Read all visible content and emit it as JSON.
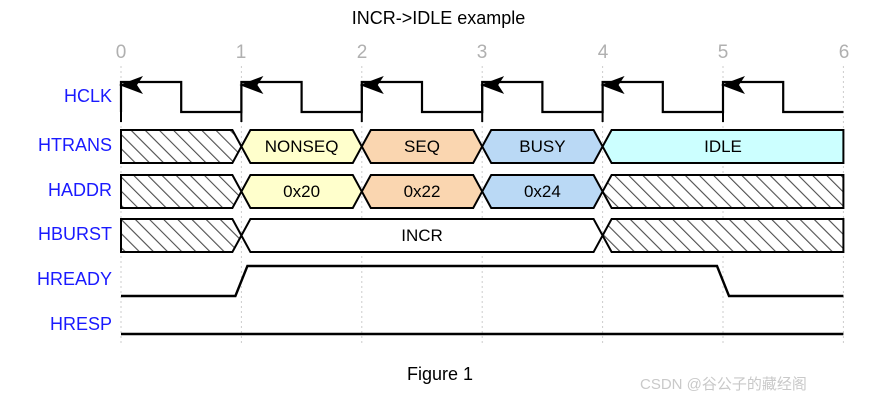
{
  "title": "INCR->IDLE example",
  "caption": "Figure 1",
  "watermark": "CSDN @谷公子的藏经阁",
  "colors": {
    "label_blue": "#1a1aff",
    "cycle_gray": "#b0b0b0",
    "nonseq_yellow": "#ffffcc",
    "seq_orange": "#fad6b0",
    "busy_blue": "#bad9f5",
    "idle_cyan": "#ccffff",
    "white": "#ffffff",
    "stroke": "#000000",
    "gridline": "#cccccc",
    "watermark_gray": "#c9c9c9"
  },
  "axis": {
    "cycles": [
      "0",
      "1",
      "2",
      "3",
      "4",
      "5",
      "6"
    ],
    "x_start": 121,
    "x_step": 120.4
  },
  "signals": [
    {
      "name": "HCLK",
      "label": "HCLK",
      "type": "clock"
    },
    {
      "name": "HTRANS",
      "label": "HTRANS",
      "type": "bus"
    },
    {
      "name": "HADDR",
      "label": "HADDR",
      "type": "bus"
    },
    {
      "name": "HBURST",
      "label": "HBURST",
      "type": "bus"
    },
    {
      "name": "HREADY",
      "label": "HREADY",
      "type": "level"
    },
    {
      "name": "HRESP",
      "label": "HRESP",
      "type": "level"
    }
  ],
  "chart_data": {
    "type": "timing-diagram",
    "title": "INCR->IDLE example",
    "xlabel": "",
    "ylabel": "",
    "cycles": [
      0,
      1,
      2,
      3,
      4,
      5,
      6
    ],
    "series": [
      {
        "name": "HCLK",
        "kind": "clock",
        "description": "Square wave, rising edge at each integer cycle, high for first half of cycle",
        "rising_edges": [
          0,
          1,
          2,
          3,
          4,
          5
        ],
        "duty": 0.5
      },
      {
        "name": "HTRANS",
        "kind": "bus",
        "segments": [
          {
            "label": "",
            "from": 0,
            "to": 1,
            "fill": "hatched"
          },
          {
            "label": "NONSEQ",
            "from": 1,
            "to": 2,
            "fill": "#ffffcc"
          },
          {
            "label": "SEQ",
            "from": 2,
            "to": 3,
            "fill": "#fad6b0"
          },
          {
            "label": "BUSY",
            "from": 3,
            "to": 4,
            "fill": "#bad9f5"
          },
          {
            "label": "IDLE",
            "from": 4,
            "to": 6,
            "fill": "#ccffff"
          }
        ]
      },
      {
        "name": "HADDR",
        "kind": "bus",
        "segments": [
          {
            "label": "",
            "from": 0,
            "to": 1,
            "fill": "hatched"
          },
          {
            "label": "0x20",
            "from": 1,
            "to": 2,
            "fill": "#ffffcc"
          },
          {
            "label": "0x22",
            "from": 2,
            "to": 3,
            "fill": "#fad6b0"
          },
          {
            "label": "0x24",
            "from": 3,
            "to": 4,
            "fill": "#bad9f5"
          },
          {
            "label": "",
            "from": 4,
            "to": 6,
            "fill": "hatched"
          }
        ]
      },
      {
        "name": "HBURST",
        "kind": "bus",
        "segments": [
          {
            "label": "",
            "from": 0,
            "to": 1,
            "fill": "hatched"
          },
          {
            "label": "INCR",
            "from": 1,
            "to": 4,
            "fill": "#ffffff"
          },
          {
            "label": "",
            "from": 4,
            "to": 6,
            "fill": "hatched"
          }
        ]
      },
      {
        "name": "HREADY",
        "kind": "level",
        "description": "Low from 0 to 1, high from 1 to 5, low from 5 to 6",
        "transitions": [
          {
            "at": 0,
            "value": 0
          },
          {
            "at": 1,
            "value": 1
          },
          {
            "at": 5,
            "value": 0
          }
        ]
      },
      {
        "name": "HRESP",
        "kind": "level",
        "description": "Low for the entire window (OKAY)",
        "transitions": [
          {
            "at": 0,
            "value": 0
          }
        ]
      }
    ]
  }
}
